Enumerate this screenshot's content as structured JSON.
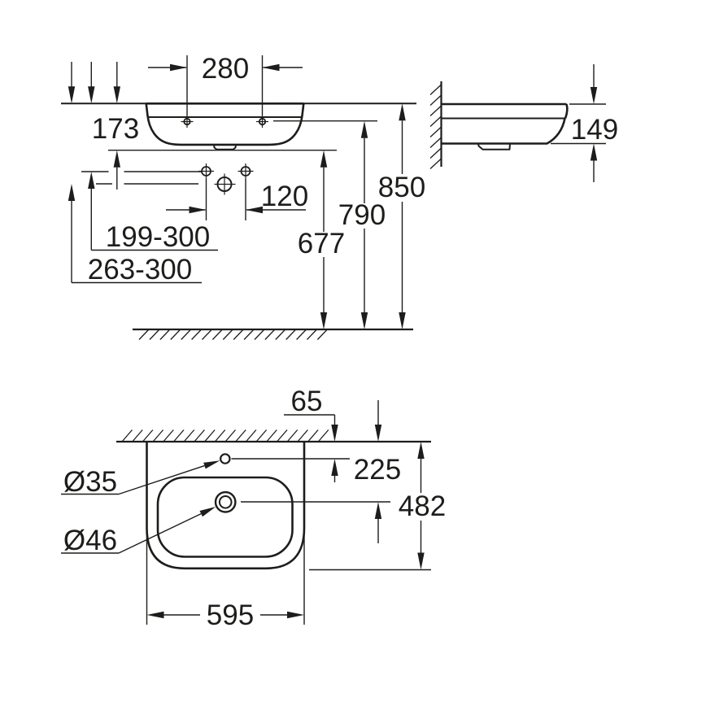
{
  "colors": {
    "line": "#1d1d1b",
    "background": "#ffffff"
  },
  "views": {
    "front": {
      "label": "front-elevation",
      "dims": {
        "fixing_spacing": "280",
        "basin_height": "173",
        "supply_spacing": "120",
        "supply_height_range": "199-300",
        "waste_height_range": "263-300",
        "underside_height": "677",
        "fixing_height": "790",
        "rim_height": "850"
      }
    },
    "side": {
      "label": "side-section",
      "dims": {
        "front_edge_height": "149"
      }
    },
    "top": {
      "label": "top-plan",
      "dims": {
        "tap_hole_wall_offset": "65",
        "waste_wall_offset": "225",
        "overall_depth": "482",
        "overall_width": "595",
        "tap_hole_diameter": "Ø35",
        "waste_hole_diameter": "Ø46"
      }
    }
  }
}
